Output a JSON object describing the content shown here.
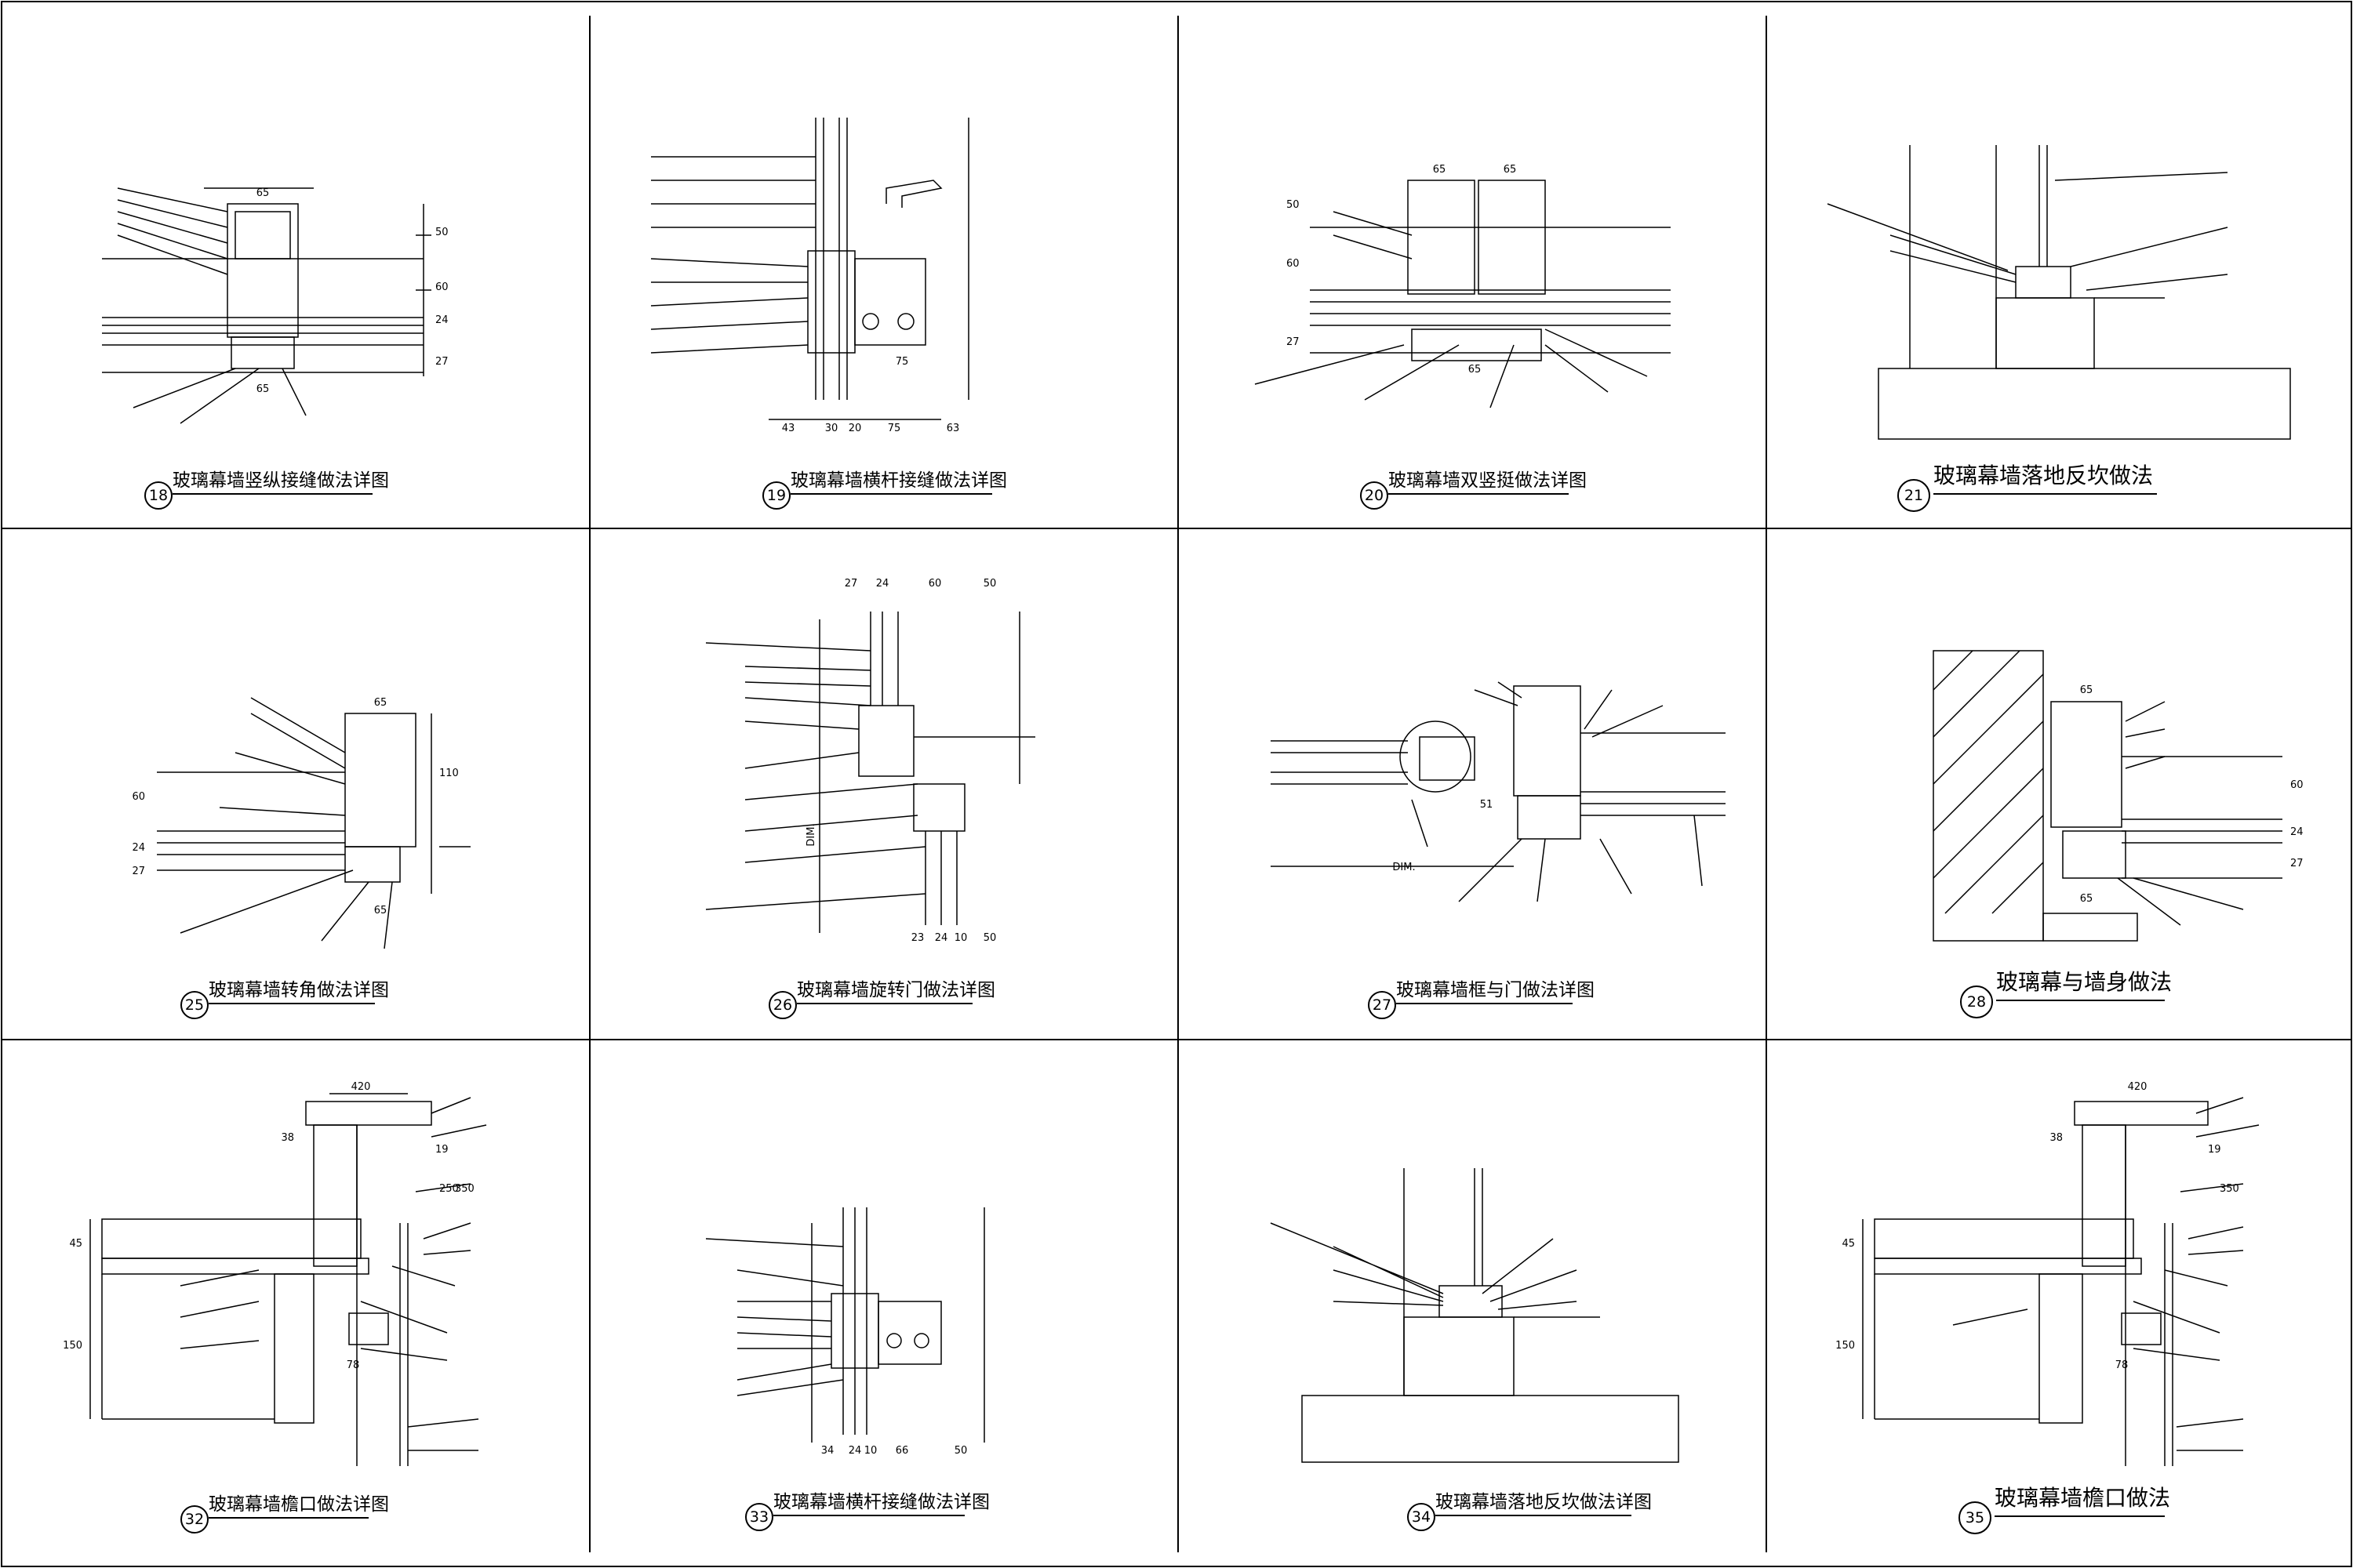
{
  "panels": [
    {
      "num": "18",
      "title": "玻璃幕墙竖纵接缝做法详图"
    },
    {
      "num": "19",
      "title": "玻璃幕墙横杆接缝做法详图"
    },
    {
      "num": "20",
      "title": "玻璃幕墙双竖挺做法详图"
    },
    {
      "num": "21",
      "title": "玻璃幕墙落地反坎做法"
    },
    {
      "num": "25",
      "title": "玻璃幕墙转角做法详图"
    },
    {
      "num": "26",
      "title": "玻璃幕墙旋转门做法详图"
    },
    {
      "num": "27",
      "title": "玻璃幕墙框与门做法详图"
    },
    {
      "num": "28",
      "title": "玻璃幕与墙身做法"
    },
    {
      "num": "32",
      "title": "玻璃幕墙檐口做法详图"
    },
    {
      "num": "33",
      "title": "玻璃幕墙横杆接缝做法详图"
    },
    {
      "num": "34",
      "title": "玻璃幕墙落地反坎做法详图"
    },
    {
      "num": "35",
      "title": "玻璃幕墙檐口做法"
    }
  ],
  "dims": {
    "p18": {
      "w": "65",
      "h1": "50",
      "h2": "60",
      "h3": "24",
      "h4": "27",
      "b": "65"
    },
    "p19": {
      "a": "43",
      "b": "30",
      "c": "20",
      "d": "75",
      "e": "63",
      "f": "75"
    },
    "p20": {
      "a": "65",
      "b": "65",
      "c": "65",
      "h1": "50",
      "h2": "60",
      "h3": "27"
    },
    "p25": {
      "a": "65",
      "b": "110",
      "c": "60",
      "d": "24",
      "e": "27",
      "f": "65"
    },
    "p26": {
      "a": "27",
      "b": "24",
      "c": "60",
      "d": "50",
      "e": "23",
      "f": "24",
      "g": "10",
      "h": "50",
      "dim": "DIM."
    },
    "p27": {
      "a": "51",
      "dim": "DIM."
    },
    "p28": {
      "a": "65",
      "b": "60",
      "c": "24",
      "d": "27",
      "e": "65"
    },
    "p32": {
      "a": "420",
      "b": "38",
      "c": "19",
      "d": "350",
      "e": "250",
      "f": "45",
      "g": "150",
      "h": "78"
    },
    "p33": {
      "a": "34",
      "b": "24",
      "c": "10",
      "d": "66",
      "e": "50"
    },
    "p35": {
      "a": "420",
      "b": "38",
      "c": "19",
      "d": "350",
      "e": "45",
      "f": "150",
      "g": "78"
    }
  }
}
